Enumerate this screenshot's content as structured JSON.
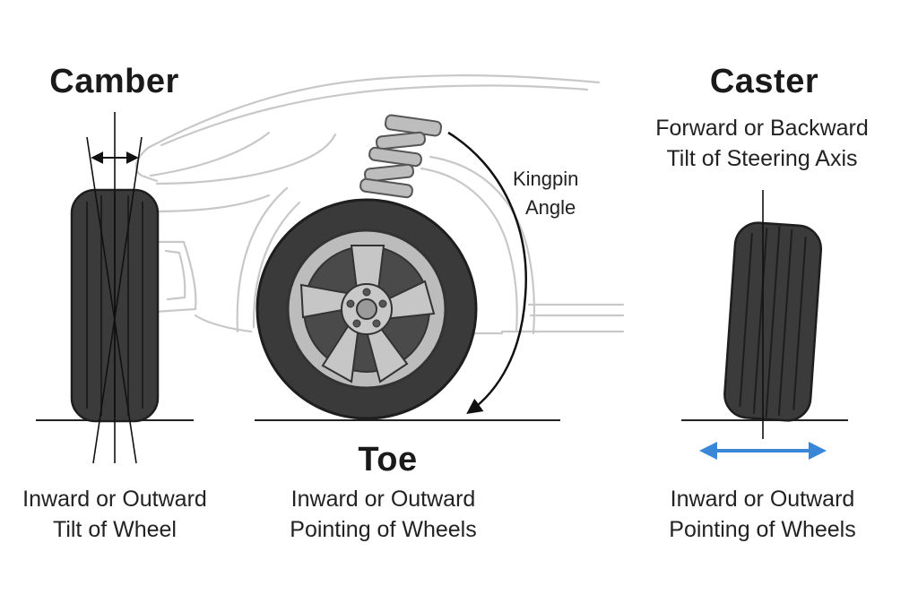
{
  "camber": {
    "title": "Camber",
    "caption_line1": "Inward or Outward",
    "caption_line2": "Tilt of Wheel"
  },
  "toe": {
    "title": "Toe",
    "caption_line1": "Inward or Outward",
    "caption_line2": "Pointing of Wheels"
  },
  "caster": {
    "title": "Caster",
    "subtitle_line1": "Forward or Backward",
    "subtitle_line2": "Tilt of Steering Axis",
    "caption_line1": "Inward or Outward",
    "caption_line2": "Pointing of Wheels"
  },
  "kingpin": {
    "label_line1": "Kingpin",
    "label_line2": "Angle"
  },
  "colors": {
    "tire": "#3b3b3b",
    "tread_line": "#1e1e1e",
    "rim": "#b9b9b9",
    "car_outline": "#c8c8c8",
    "accent_arrow": "#3a86d9",
    "ink": "#111111"
  },
  "icons": [
    "camber-tire-icon",
    "toe-wheel-icon",
    "coil-spring-icon",
    "caster-tire-icon",
    "car-outline-icon"
  ]
}
